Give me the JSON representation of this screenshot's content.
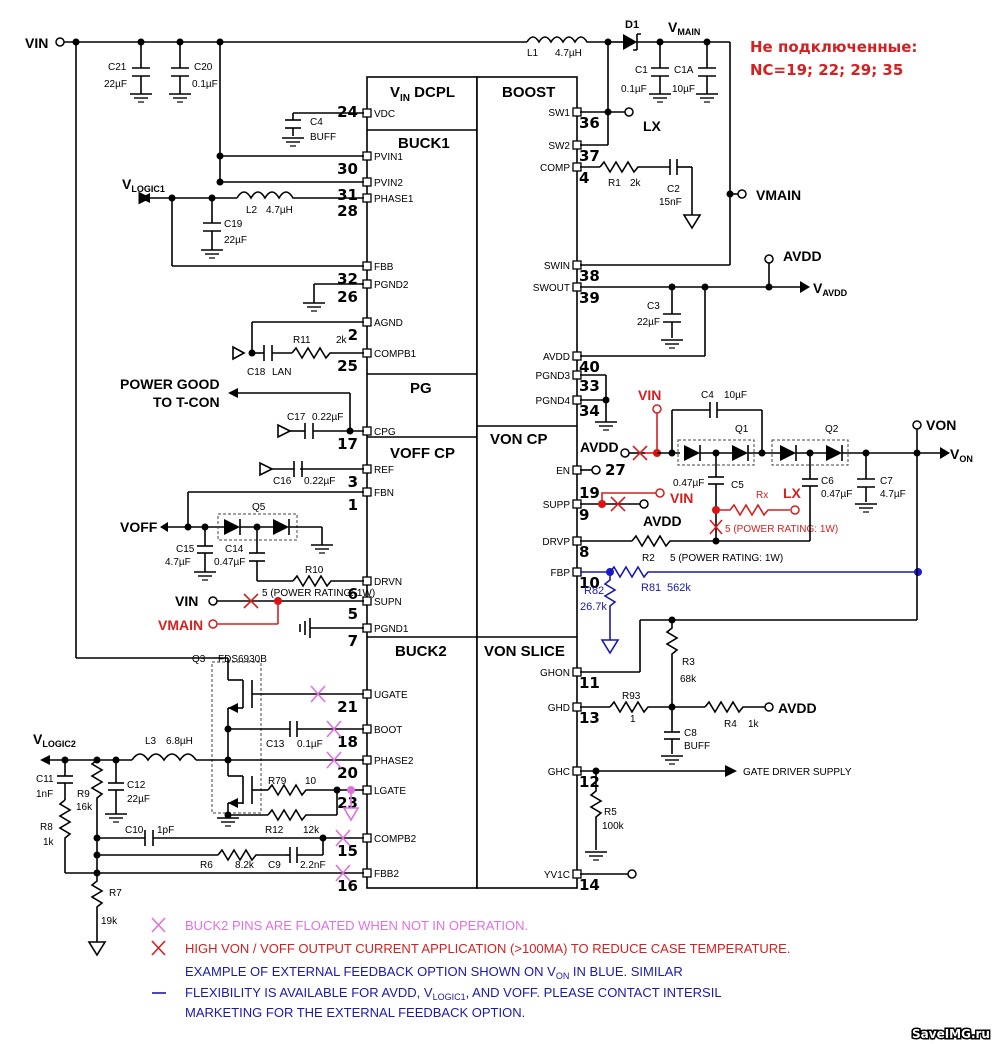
{
  "title_note": {
    "line1": "Не подключенные:",
    "line2": "NC=19; 22; 29; 35"
  },
  "ic_blocks": {
    "vin_dcpl_v": "V",
    "vin_dcpl_sub": "IN",
    "vin_dcpl_rest": " DCPL",
    "buck1": "BUCK1",
    "pg": "PG",
    "voff_cp": "VOFF CP",
    "buck2": "BUCK2",
    "boost": "BOOST",
    "von_cp": "VON CP",
    "von_slice": "VON SLICE"
  },
  "left_pins": [
    {
      "name": "VDC",
      "num": "24"
    },
    {
      "name": "PVIN1",
      "num": "30"
    },
    {
      "name": "PVIN2",
      "num": "31"
    },
    {
      "name": "PHASE1",
      "num": "28"
    },
    {
      "name": "FBB",
      "num": "32"
    },
    {
      "name": "PGND2",
      "num": "26"
    },
    {
      "name": "AGND",
      "num": "2"
    },
    {
      "name": "COMPB1",
      "num": "25"
    },
    {
      "name": "CPG",
      "num": "17"
    },
    {
      "name": "REF",
      "num": "3"
    },
    {
      "name": "FBN",
      "num": "1"
    },
    {
      "name": "DRVN",
      "num": "6"
    },
    {
      "name": "SUPN",
      "num": "5"
    },
    {
      "name": "PGND1",
      "num": "7"
    },
    {
      "name": "UGATE",
      "num": "21"
    },
    {
      "name": "BOOT",
      "num": "18"
    },
    {
      "name": "PHASE2",
      "num": "20"
    },
    {
      "name": "LGATE",
      "num": "23"
    },
    {
      "name": "COMPB2",
      "num": "15"
    },
    {
      "name": "FBB2",
      "num": "16"
    }
  ],
  "right_pins": [
    {
      "name": "SW1",
      "num": "36"
    },
    {
      "name": "SW2",
      "num": "37"
    },
    {
      "name": "COMP",
      "num": "4"
    },
    {
      "name": "SWIN",
      "num": "38"
    },
    {
      "name": "SWOUT",
      "num": "39"
    },
    {
      "name": "AVDD",
      "num": "40"
    },
    {
      "name": "PGND3",
      "num": "33"
    },
    {
      "name": "PGND4",
      "num": "34"
    },
    {
      "name": "EN",
      "num": "27"
    },
    {
      "name": "",
      "num": "19"
    },
    {
      "name": "SUPP",
      "num": "9"
    },
    {
      "name": "DRVP",
      "num": "8"
    },
    {
      "name": "FBP",
      "num": "10"
    },
    {
      "name": "GHON",
      "num": "11"
    },
    {
      "name": "GHD",
      "num": "13"
    },
    {
      "name": "GHC",
      "num": "12"
    },
    {
      "name": "YV1C",
      "num": "14"
    }
  ],
  "nets": {
    "vin": "VIN",
    "vmain_v": "V",
    "vmain_sub": "MAIN",
    "vmain": "VMAIN",
    "lx": "LX",
    "avdd": "AVDD",
    "vavdd_v": "V",
    "vavdd_sub": "AVDD",
    "vlogic1_v": "V",
    "vlogic1_sub": "LOGIC1",
    "vlogic2_v": "V",
    "vlogic2_sub": "LOGIC2",
    "power_good_1": "POWER GOOD",
    "power_good_2": "TO T-CON",
    "voff": "VOFF",
    "von": "VON",
    "von_v": "V",
    "von_sub": "ON",
    "gate_driver": "GATE DRIVER SUPPLY"
  },
  "components": {
    "C21": {
      "ref": "C21",
      "val": "22µF"
    },
    "C20": {
      "ref": "C20",
      "val": "0.1µF"
    },
    "C4a": {
      "ref": "C4",
      "val": "BUFF"
    },
    "L1": {
      "ref": "L1",
      "val": "4.7µH"
    },
    "D1": {
      "ref": "D1"
    },
    "C1": {
      "ref": "C1",
      "val": "0.1µF"
    },
    "C1A": {
      "ref": "C1A",
      "val": "10µF"
    },
    "R1": {
      "ref": "R1",
      "val": "2k"
    },
    "C2": {
      "ref": "C2",
      "val": "15nF"
    },
    "L2": {
      "ref": "L2",
      "val": "4.7µH"
    },
    "C19": {
      "ref": "C19",
      "val": "22µF"
    },
    "R11": {
      "ref": "R11",
      "val": "2k"
    },
    "C18": {
      "ref": "C18",
      "val": "LAN"
    },
    "C3": {
      "ref": "C3",
      "val": "22µF"
    },
    "C17": {
      "ref": "C17",
      "val": "0.22µF"
    },
    "C16": {
      "ref": "C16",
      "val": "0.22µF"
    },
    "Q5": {
      "ref": "Q5"
    },
    "C15": {
      "ref": "C15",
      "val": "4.7µF"
    },
    "C14": {
      "ref": "C14",
      "val": "0.47µF"
    },
    "R10": {
      "ref": "R10",
      "val": "5 (POWER RATING: 1W)"
    },
    "C4b": {
      "ref": "C4",
      "val": "10µF"
    },
    "Q1": {
      "ref": "Q1"
    },
    "Q2": {
      "ref": "Q2"
    },
    "C5": {
      "ref": "C5",
      "val": "0.47µF"
    },
    "C6": {
      "ref": "C6",
      "val": "0.47µF"
    },
    "C7": {
      "ref": "C7",
      "val": "4.7µF"
    },
    "Rx": {
      "ref": "Rx",
      "val": "5 (POWER RATING: 1W)"
    },
    "R2": {
      "ref": "R2",
      "val": "5 (POWER RATING: 1W)"
    },
    "R81": {
      "ref": "R81",
      "val": "562k"
    },
    "R82": {
      "ref": "R82",
      "val": "26.7k"
    },
    "R3": {
      "ref": "R3",
      "val": "68k"
    },
    "R93": {
      "ref": "R93",
      "val": "1"
    },
    "R4": {
      "ref": "R4",
      "val": "1k"
    },
    "C8": {
      "ref": "C8",
      "val": "BUFF"
    },
    "R5": {
      "ref": "R5",
      "val": "100k"
    },
    "Q3": {
      "ref": "Q3",
      "val": "FDS6930B"
    },
    "C13": {
      "ref": "C13",
      "val": "0.1µF"
    },
    "L3": {
      "ref": "L3",
      "val": "6.8µH"
    },
    "C11": {
      "ref": "C11",
      "val": "1nF"
    },
    "R9": {
      "ref": "R9",
      "val": "16k"
    },
    "C12": {
      "ref": "C12",
      "val": "22µF"
    },
    "R79": {
      "ref": "R79",
      "val": "10"
    },
    "R12": {
      "ref": "R12",
      "val": "12k"
    },
    "R8": {
      "ref": "R8",
      "val": "1k"
    },
    "C10": {
      "ref": "C10",
      "val": "1pF"
    },
    "R6": {
      "ref": "R6",
      "val": "8.2k"
    },
    "C9": {
      "ref": "C9",
      "val": "2.2nF"
    },
    "R7": {
      "ref": "R7",
      "val": "19k"
    }
  },
  "legend": {
    "pink": "BUCK2 PINS ARE FLOATED WHEN NOT IN OPERATION.",
    "red": "HIGH VON / VOFF OUTPUT CURRENT APPLICATION (>100MA) TO REDUCE CASE TEMPERATURE.",
    "blue1a": "EXAMPLE OF EXTERNAL FEEDBACK OPTION SHOWN ON V",
    "blue1sub": "ON",
    "blue1b": " IN BLUE. SIMILAR",
    "blue2a": "FLEXIBILITY IS AVAILABLE FOR AVDD, V",
    "blue2sub": "LOGIC1",
    "blue2b": ", AND VOFF. PLEASE CONTACT INTERSIL",
    "blue3": "MARKETING FOR THE EXTERNAL FEEDBACK OPTION."
  },
  "watermark": "SaveIMG.ru",
  "colors": {
    "red": "#d42020",
    "blue": "#1a1aa8",
    "pink": "#e070e0"
  }
}
